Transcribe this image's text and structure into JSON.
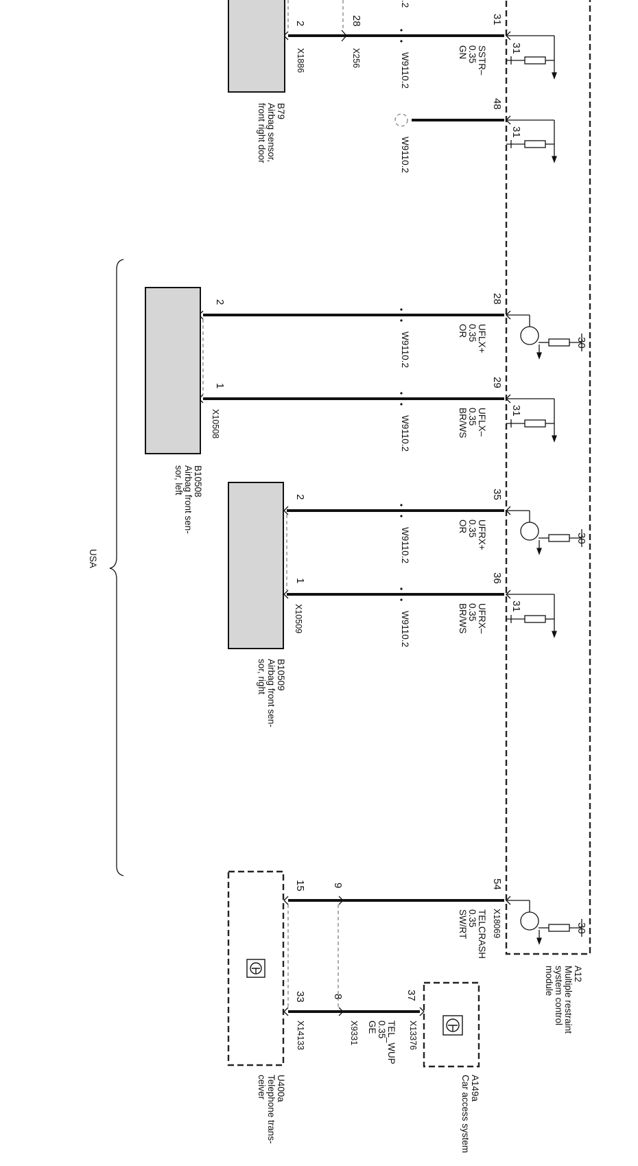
{
  "module_a12": {
    "id": "A12",
    "name_lines": [
      "Multiple restraint",
      "system control",
      "module"
    ],
    "connector": "X18069"
  },
  "wires": [
    {
      "key": "w1",
      "pin": "31",
      "cut": true,
      "signal": "SSTR–",
      "gauge": "0.35",
      "color": "GN",
      "bundle": "W9110.2",
      "inline_conn": "X256",
      "inline_pin": "28",
      "dev_pin": "2",
      "dev_conn": "X1886",
      "term": "31"
    },
    {
      "key": "w2",
      "pin": "48",
      "signal": "",
      "gauge": "",
      "color": "",
      "bundle": "W9110.2",
      "term": "31"
    },
    {
      "key": "w3",
      "pin": "28",
      "signal": "UFLX+",
      "gauge": "0.35",
      "color": "OR",
      "bundle": "W9110.2",
      "dev_pin": "2",
      "term": "30"
    },
    {
      "key": "w4",
      "pin": "29",
      "signal": "UFLX–",
      "gauge": "0.35",
      "color": "BR/WS",
      "bundle": "W9110.2",
      "dev_pin": "1",
      "dev_conn": "X10508",
      "term": "31"
    },
    {
      "key": "w5",
      "pin": "35",
      "signal": "UFRX+",
      "gauge": "0.35",
      "color": "OR",
      "bundle": "W9110.2",
      "dev_pin": "2",
      "term": "30"
    },
    {
      "key": "w6",
      "pin": "36",
      "signal": "UFRX–",
      "gauge": "0.35",
      "color": "BR/WS",
      "bundle": "W9110.2",
      "dev_pin": "1",
      "dev_conn": "X10509",
      "term": "31"
    },
    {
      "key": "w7",
      "pin": "54",
      "signal": "TELCRASH",
      "gauge": "0.35",
      "color": "SW/RT",
      "inline_pin": "9",
      "dev_pin": "15",
      "term": "30"
    },
    {
      "key": "w8",
      "pin": "37",
      "signal": "TEL_WUP",
      "gauge": "0.35",
      "color": "GE",
      "inline_pin": "8",
      "inline_conn": "X9331",
      "dev_pin": "33",
      "dev_conn": "X14133",
      "src_conn": "X13376"
    }
  ],
  "partial_text": ".2",
  "devices": {
    "b79": {
      "id": "B79",
      "name_lines": [
        "Airbag sensor,",
        "front right door"
      ]
    },
    "b10508": {
      "id": "B10508",
      "name_lines": [
        "Airbag front sen-",
        "sor, left"
      ]
    },
    "b10509": {
      "id": "B10509",
      "name_lines": [
        "Airbag front sen-",
        "sor, right"
      ]
    },
    "a149a": {
      "id": "A149a",
      "name_lines": [
        "Car access system"
      ]
    },
    "u400a": {
      "id": "U400a",
      "name_lines": [
        "Telephone trans-",
        "ceiver"
      ]
    }
  },
  "region": {
    "label": "USA"
  }
}
